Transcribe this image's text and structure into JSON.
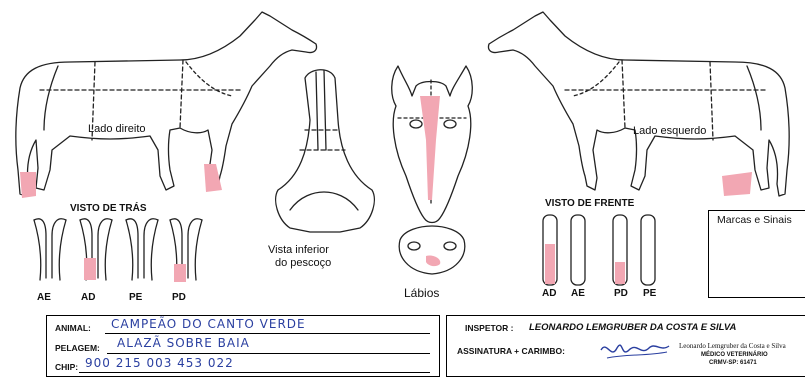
{
  "diagram": {
    "lado_direito": "Lado direito",
    "lado_esquerdo": "Lado esquerdo",
    "visto_de_tras": "VISTO DE TRÁS",
    "visto_de_frente": "VISTO DE FRENTE",
    "vista_inferior_l1": "Vista inferior",
    "vista_inferior_l2": "do pescoço",
    "labios": "Lábios",
    "marcas_sinais": "Marcas e Sinais",
    "rear_legs": [
      "AE",
      "AD",
      "PE",
      "PD"
    ],
    "front_legs": [
      "AD",
      "AE",
      "PD",
      "PE"
    ]
  },
  "form": {
    "animal_label": "ANIMAL:",
    "animal_value": "CAMPEÃO DO CANTO VERDE",
    "pelagem_label": "PELAGEM:",
    "pelagem_value": "ALAZÃ SOBRE BAIA",
    "chip_label": "CHIP:",
    "chip_value": "900 215 003 453 022",
    "inspetor_label": "INSPETOR :",
    "inspetor_value": "LEONARDO LEMGRUBER DA COSTA E SILVA",
    "assinatura_label": "ASSINATURA + CARIMBO:",
    "stamp_name": "Leonardo Lemgruber da Costa e Silva",
    "stamp_title": "MÉDICO VETERINÁRIO",
    "stamp_crmv": "CRMV-SP: 61471"
  },
  "colors": {
    "marking": "#f2a7b3",
    "ink": "#2a3fa0"
  }
}
